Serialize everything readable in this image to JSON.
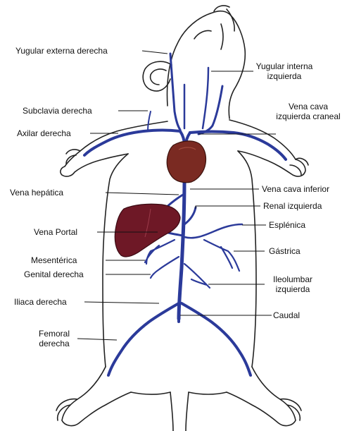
{
  "colors": {
    "outline": "#222222",
    "vein": "#2b3a9a",
    "vein_dark": "#1b2370",
    "heart": "#7a2a22",
    "liver": "#6e1826",
    "leader": "#111111"
  },
  "labels": {
    "yugular_externa_derecha": "Yugular externa derecha",
    "yugular_interna_izquierda_1": "Yugular interna",
    "yugular_interna_izquierda_2": "izquierda",
    "subclavia_derecha": "Subclavia derecha",
    "vena_cava_izquierda_craneal_1": "Vena cava",
    "vena_cava_izquierda_craneal_2": "izquierda craneal",
    "axilar_derecha": "Axilar derecha",
    "vena_hepatica": "Vena hepática",
    "vena_cava_inferior": "Vena cava inferior",
    "renal_izquierda": "Renal izquierda",
    "esplenica": "Esplénica",
    "vena_portal": "Vena Portal",
    "gastrica": "Gástrica",
    "mesenterica": "Mesentérica",
    "genital_derecha": "Genital derecha",
    "ileolumbar_izquierda_1": "Ileolumbar",
    "ileolumbar_izquierda_2": "izquierda",
    "iliaca_derecha": "Iliaca derecha",
    "caudal": "Caudal",
    "femoral_derecha_1": "Femoral",
    "femoral_derecha_2": "derecha"
  }
}
